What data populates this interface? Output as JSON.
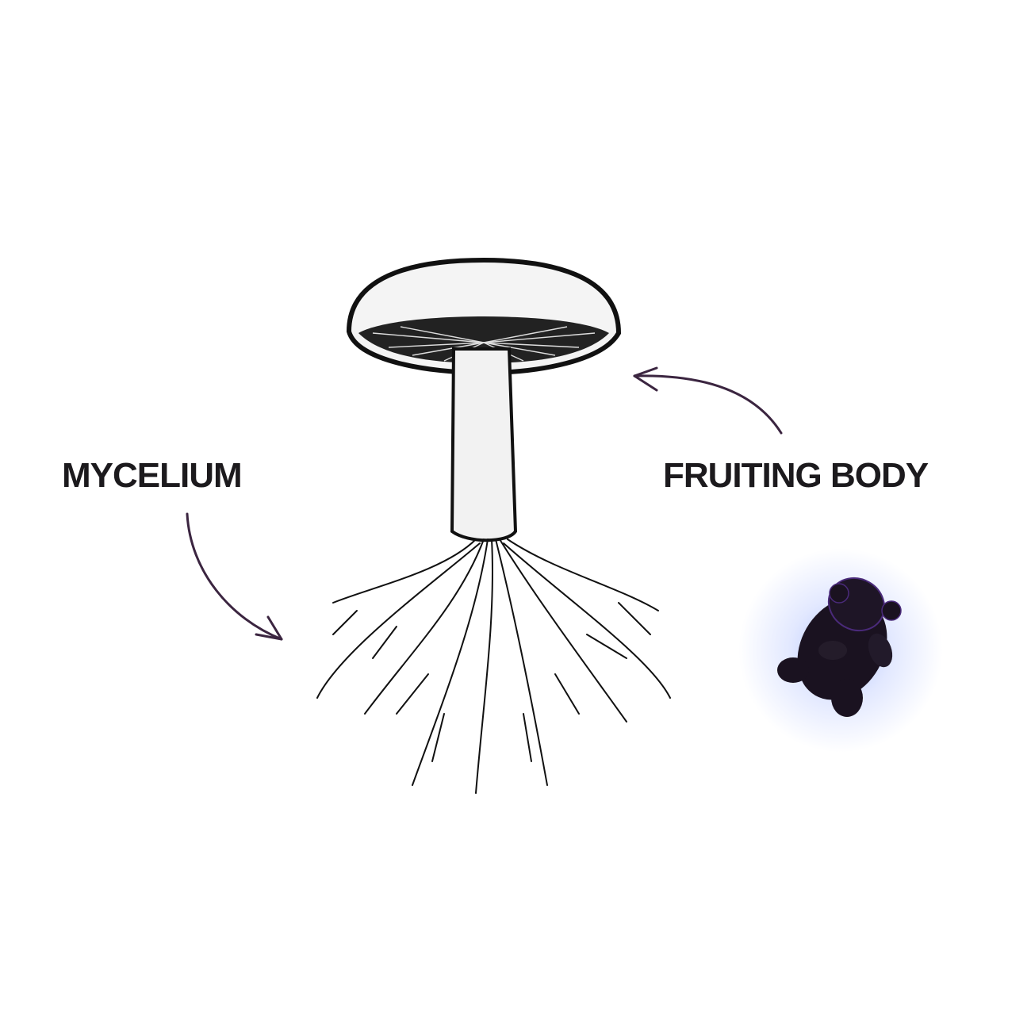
{
  "labels": {
    "mycelium": "MYCELIUM",
    "fruiting_body": "FRUITING BODY"
  },
  "colors": {
    "text": "#1c1a1d",
    "arrow": "#3b2540",
    "gummy": "#1a1220",
    "gummy_outline": "#4a2a7a",
    "glow": "#7890ff"
  },
  "illustration": {
    "subject": "mushroom with mycelium roots",
    "product": "dark purple gummy bear"
  }
}
